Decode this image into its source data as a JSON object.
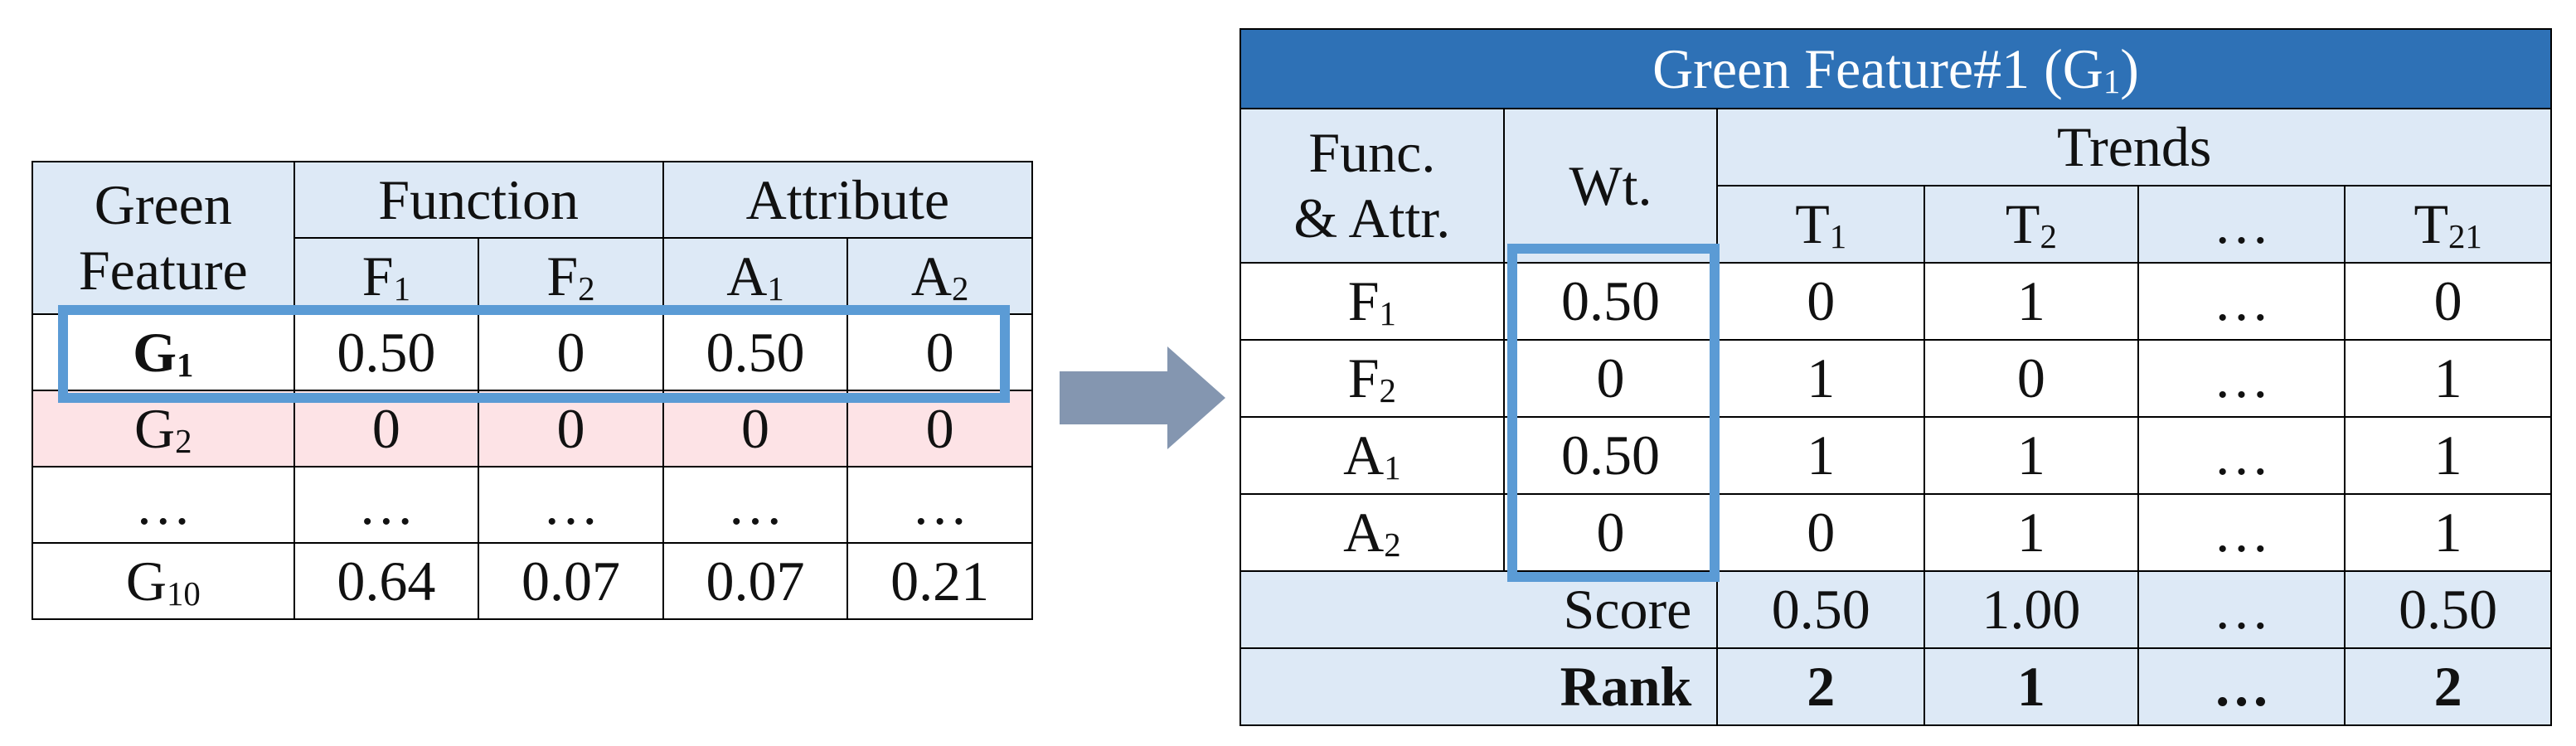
{
  "left_table": {
    "header": {
      "green_feature_line1": "Green",
      "green_feature_line2": "Feature",
      "function": "Function",
      "attribute": "Attribute",
      "sub": [
        {
          "base": "F",
          "sub": "1"
        },
        {
          "base": "F",
          "sub": "2"
        },
        {
          "base": "A",
          "sub": "1"
        },
        {
          "base": "A",
          "sub": "2"
        }
      ]
    },
    "rows": [
      {
        "id": {
          "base": "G",
          "sub": "1"
        },
        "values": [
          "0.50",
          "0",
          "0.50",
          "0"
        ]
      },
      {
        "id": {
          "base": "G",
          "sub": "2"
        },
        "values": [
          "0",
          "0",
          "0",
          "0"
        ]
      },
      {
        "id": {
          "base": "…",
          "sub": ""
        },
        "values": [
          "…",
          "…",
          "…",
          "…"
        ]
      },
      {
        "id": {
          "base": "G",
          "sub": "10"
        },
        "values": [
          "0.64",
          "0.07",
          "0.07",
          "0.21"
        ]
      }
    ]
  },
  "right_table": {
    "title": {
      "text": "Green Feature#1 (G",
      "sub": "1",
      "close": ")"
    },
    "header": {
      "func_attr_line1": "Func.",
      "func_attr_line2": "& Attr.",
      "wt": "Wt.",
      "trends": "Trends",
      "trend_cols": [
        {
          "base": "T",
          "sub": "1"
        },
        {
          "base": "T",
          "sub": "2"
        },
        {
          "base": "…",
          "sub": ""
        },
        {
          "base": "T",
          "sub": "21"
        }
      ]
    },
    "rows": [
      {
        "id": {
          "base": "F",
          "sub": "1"
        },
        "wt": "0.50",
        "values": [
          "0",
          "1",
          "…",
          "0"
        ]
      },
      {
        "id": {
          "base": "F",
          "sub": "2"
        },
        "wt": "0",
        "values": [
          "1",
          "0",
          "…",
          "1"
        ]
      },
      {
        "id": {
          "base": "A",
          "sub": "1"
        },
        "wt": "0.50",
        "values": [
          "1",
          "1",
          "…",
          "1"
        ]
      },
      {
        "id": {
          "base": "A",
          "sub": "2"
        },
        "wt": "0",
        "values": [
          "0",
          "1",
          "…",
          "1"
        ]
      }
    ],
    "score": {
      "label": "Score",
      "values": [
        "0.50",
        "1.00",
        "…",
        "0.50"
      ]
    },
    "rank": {
      "label": "Rank",
      "values": [
        "2",
        "1",
        "…",
        "2"
      ]
    }
  },
  "colors": {
    "header_fill": "#dde9f6",
    "title_fill": "#2e71b6",
    "highlight_stroke": "#5b9bd5",
    "pink_row_fill": "#fde3e6",
    "arrow_fill": "#8496b0"
  },
  "icons": {
    "arrow": "right-arrow-icon"
  }
}
